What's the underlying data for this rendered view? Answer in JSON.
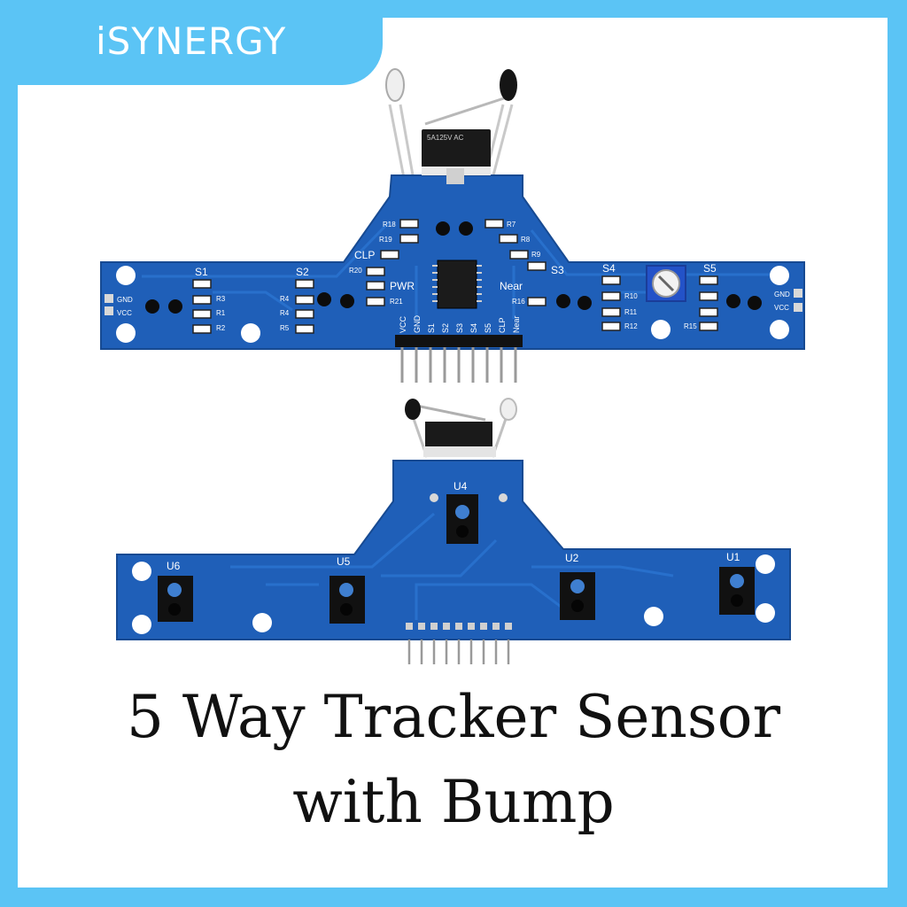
{
  "brand": {
    "name": "iSYNERGY",
    "frame_color": "#5bc4f5",
    "pcb_color": "#1f5fb8"
  },
  "board_top": {
    "labels": {
      "s1": "S1",
      "s2": "S2",
      "s3": "S3",
      "s4": "S4",
      "s5": "S5",
      "clp": "CLP",
      "pwr": "PWR",
      "near": "Near",
      "gnd_left": "GND",
      "vcc_left": "VCC",
      "gnd_right": "GND",
      "vcc_right": "VCC",
      "r1": "R1",
      "r2": "R2",
      "r3": "R3",
      "r4": "R4",
      "r5": "R5",
      "r7": "R7",
      "r8": "R8",
      "r9": "R9",
      "r10": "R10",
      "r11": "R11",
      "r12": "R12",
      "r15": "R15",
      "r16": "R16",
      "r18": "R18",
      "r19": "R19",
      "r20": "R20",
      "r21": "R21",
      "switch_text": "5A125V AC"
    },
    "header_pins": [
      "VCC",
      "GND",
      "S1",
      "S2",
      "S3",
      "S4",
      "S5",
      "CLP",
      "Near"
    ]
  },
  "board_bottom": {
    "labels": {
      "u1": "U1",
      "u2": "U2",
      "u4": "U4",
      "u5": "U5",
      "u6": "U6"
    }
  },
  "title": {
    "line1": "5 Way Tracker Sensor",
    "line2": "with Bump"
  }
}
